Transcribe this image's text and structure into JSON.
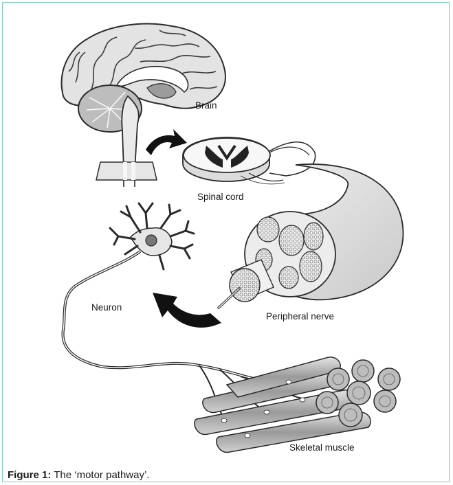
{
  "labels": {
    "brain": "Brain",
    "spinal_cord": "Spinal cord",
    "neuron": "Neuron",
    "peripheral_nerve": "Peripheral nerve",
    "skeletal_muscle": "Skeletal muscle"
  },
  "caption": {
    "prefix": "Figure 1:",
    "text": " The ‘motor pathway’."
  },
  "colors": {
    "border": "#7fcdbb",
    "line": "#2a2a2a"
  }
}
